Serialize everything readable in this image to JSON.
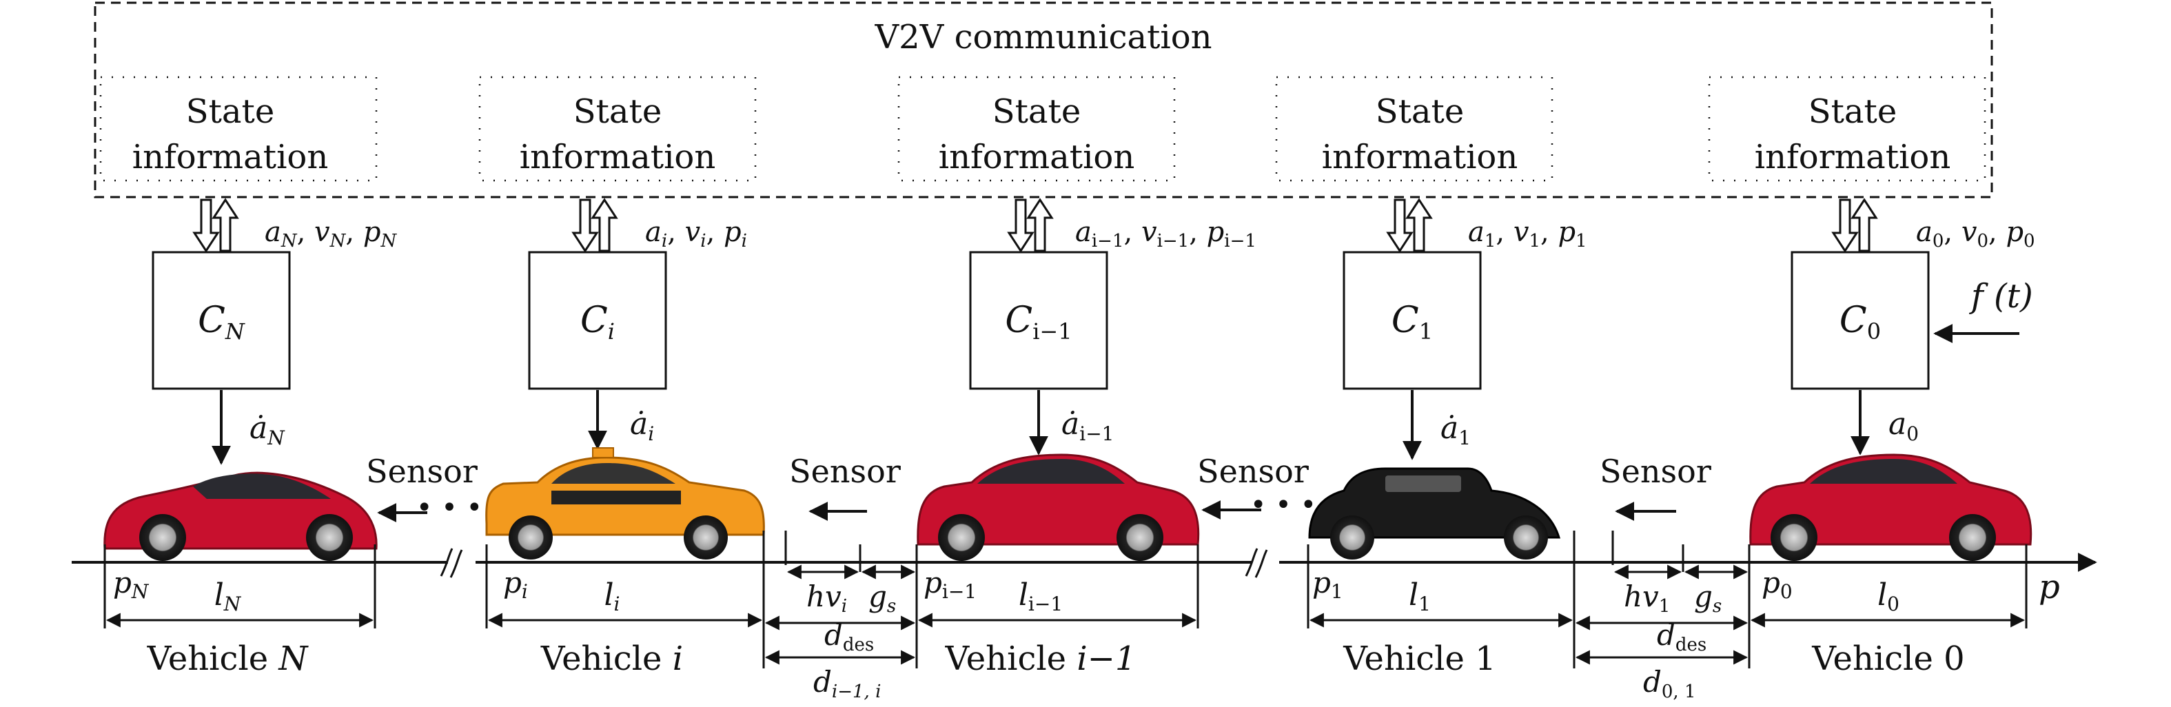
{
  "v2v": {
    "title": "V2V communication",
    "state_line1": "State",
    "state_line2": "information"
  },
  "controllers": [
    {
      "sym": "C",
      "sub": "N"
    },
    {
      "sym": "C",
      "sub": "i"
    },
    {
      "sym": "C",
      "sub": "i−1"
    },
    {
      "sym": "C",
      "sub": "1"
    },
    {
      "sym": "C",
      "sub": "0"
    }
  ],
  "signals": [
    {
      "a": "a",
      "as": "N",
      "v": "v",
      "vs": "N",
      "p": "p",
      "ps": "N"
    },
    {
      "a": "a",
      "as": "i",
      "v": "v",
      "vs": "i",
      "p": "p",
      "ps": "i"
    },
    {
      "a": "a",
      "as": "i−1",
      "v": "v",
      "vs": "i−1",
      "p": "p",
      "ps": "i−1"
    },
    {
      "a": "a",
      "as": "1",
      "v": "v",
      "vs": "1",
      "p": "p",
      "ps": "1"
    },
    {
      "a": "a",
      "as": "0",
      "v": "v",
      "vs": "0",
      "p": "p",
      "ps": "0"
    }
  ],
  "inputs": [
    {
      "sym": "ȧ",
      "sub": "N"
    },
    {
      "sym": "ȧ",
      "sub": "i"
    },
    {
      "sym": "ȧ",
      "sub": "i−1"
    },
    {
      "sym": "ȧ",
      "sub": "1"
    },
    {
      "sym": "a",
      "sub": "0"
    }
  ],
  "leader_input": "f (t)",
  "sensor_label": "Sensor",
  "positions": [
    {
      "sym": "p",
      "sub": "N"
    },
    {
      "sym": "p",
      "sub": "i"
    },
    {
      "sym": "p",
      "sub": "i−1"
    },
    {
      "sym": "p",
      "sub": "1"
    },
    {
      "sym": "p",
      "sub": "0"
    }
  ],
  "lengths": [
    {
      "sym": "l",
      "sub": "N"
    },
    {
      "sym": "l",
      "sub": "i"
    },
    {
      "sym": "l",
      "sub": "i−1"
    },
    {
      "sym": "l",
      "sub": "1"
    },
    {
      "sym": "l",
      "sub": "0"
    }
  ],
  "vehicles": [
    {
      "word": "Vehicle",
      "id": "N"
    },
    {
      "word": "Vehicle",
      "id": "i"
    },
    {
      "word": "Vehicle",
      "id": "i−1"
    },
    {
      "word": "Vehicle",
      "id": "1"
    },
    {
      "word": "Vehicle",
      "id": "0"
    }
  ],
  "gaps": [
    {
      "hv": "hv",
      "hvs": "i",
      "g": "g",
      "gs": "s",
      "ddes": "d",
      "ddess": "des",
      "d": "d",
      "ds": "i−1, i"
    },
    {
      "hv": "hv",
      "hvs": "1",
      "g": "g",
      "gs": "s",
      "ddes": "d",
      "ddess": "des",
      "d": "d",
      "ds": "0, 1"
    }
  ],
  "axis_label": "p",
  "colors": {
    "red_car": "#c8102e",
    "taxi": "#f39a1e",
    "black_car": "#1a1a1a",
    "line": "#111111"
  }
}
